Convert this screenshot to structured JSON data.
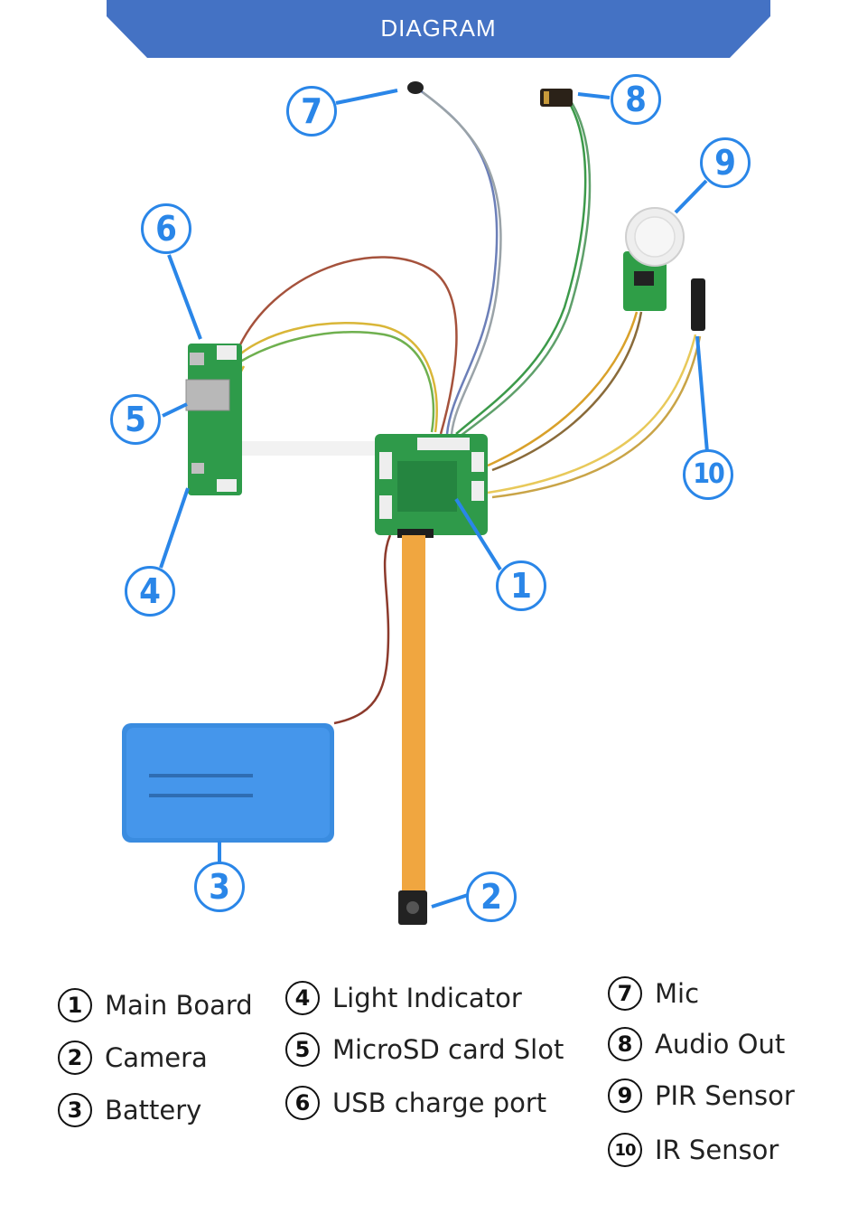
{
  "banner": {
    "title": "DIAGRAM",
    "color": "#4472c4"
  },
  "accent_color": "#2a86e8",
  "callouts": [
    "1",
    "2",
    "3",
    "4",
    "5",
    "6",
    "7",
    "8",
    "9",
    "10"
  ],
  "legend": [
    {
      "num": "1",
      "label": "Main Board"
    },
    {
      "num": "2",
      "label": "Camera"
    },
    {
      "num": "3",
      "label": "Battery"
    },
    {
      "num": "4",
      "label": "Light Indicator"
    },
    {
      "num": "5",
      "label": "MicroSD card Slot"
    },
    {
      "num": "6",
      "label": "USB charge port"
    },
    {
      "num": "7",
      "label": "Mic"
    },
    {
      "num": "8",
      "label": "Audio Out"
    },
    {
      "num": "9",
      "label": "PIR Sensor"
    },
    {
      "num": "10",
      "label": "IR Sensor"
    }
  ]
}
